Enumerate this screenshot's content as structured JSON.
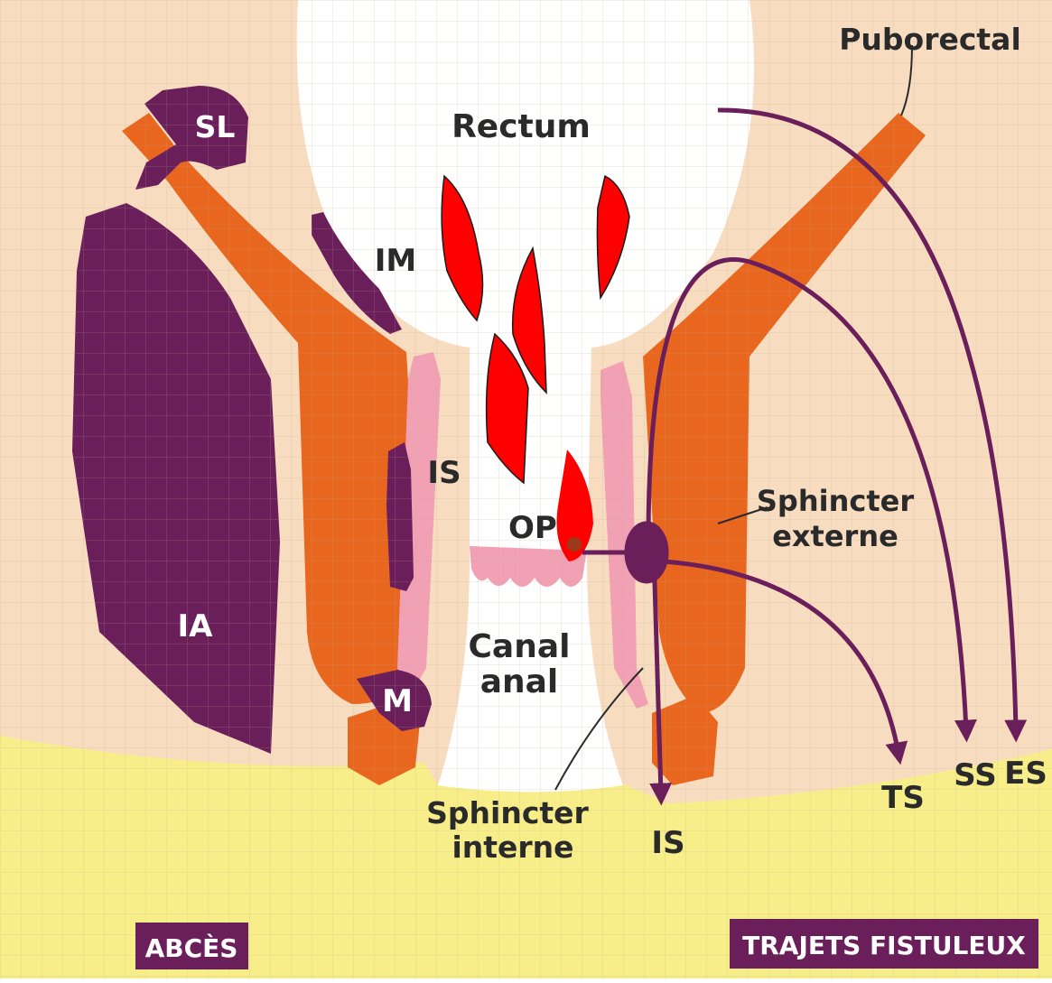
{
  "labels": {
    "rectum": "Rectum",
    "puborectal": "Puborectal",
    "sl": "SL",
    "im": "IM",
    "ia": "IA",
    "is_abscess": "IS",
    "m": "M",
    "op": "OP",
    "canal_line1": "Canal",
    "canal_line2": "anal",
    "sphincter_externe_line1": "Sphincter",
    "sphincter_externe_line2": "externe",
    "sphincter_interne_line1": "Sphincter",
    "sphincter_interne_line2": "interne",
    "fistula_is": "IS",
    "fistula_ts": "TS",
    "fistula_ss": "SS",
    "fistula_es": "ES",
    "abces_box": "ABCÈS",
    "trajets_box": "TRAJETS FISTULEUX"
  },
  "colors": {
    "skin": "#f8dcc0",
    "perineum": "#f7ee8a",
    "muscle": "#e8661e",
    "internal_sphincter": "#f2a0b4",
    "abscess": "#6a1e5a",
    "fistula": "#6a1e5a",
    "blood": "#ff0000",
    "label_box": "#6a1e5a",
    "grid": "#c9b8a0"
  }
}
